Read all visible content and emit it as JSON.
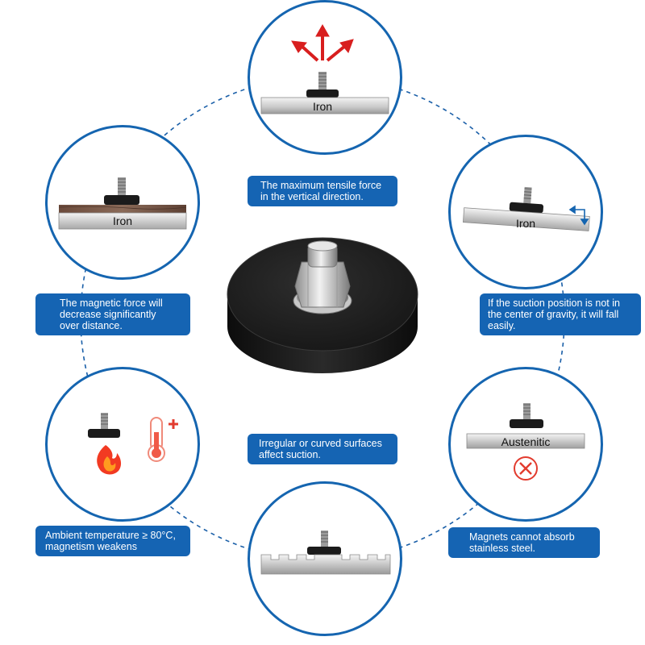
{
  "colors": {
    "accent_blue": "#1564b3",
    "circle_border": "#1565b0",
    "arrow_red": "#d81e1e",
    "magnet_black": "#1b1b1b"
  },
  "center_product": {
    "icon": "rubber-coated-magnet-with-bolt"
  },
  "panels": {
    "top": {
      "plate_label": "Iron",
      "caption": [
        "The maximum tensile force",
        "in the vertical direction."
      ]
    },
    "upper_left": {
      "plate_label": "Iron",
      "caption": [
        "The magnetic force will",
        "decrease significantly",
        "over distance."
      ]
    },
    "upper_right": {
      "plate_label": "Iron",
      "caption": [
        "If the suction position is not in",
        "the center of gravity, it will fall",
        "easily."
      ]
    },
    "lower_left": {
      "icons": [
        "fire-icon",
        "thermometer-plus-icon"
      ],
      "caption": [
        "Ambient temperature ≥ 80°C,",
        "magnetism weakens"
      ]
    },
    "lower_right": {
      "plate_label": "Austenitic",
      "icons": [
        "cross-circle-icon"
      ],
      "caption": [
        "Magnets cannot absorb",
        "stainless steel."
      ]
    },
    "bottom": {
      "caption": [
        "Irregular or curved surfaces",
        "affect suction."
      ]
    }
  }
}
